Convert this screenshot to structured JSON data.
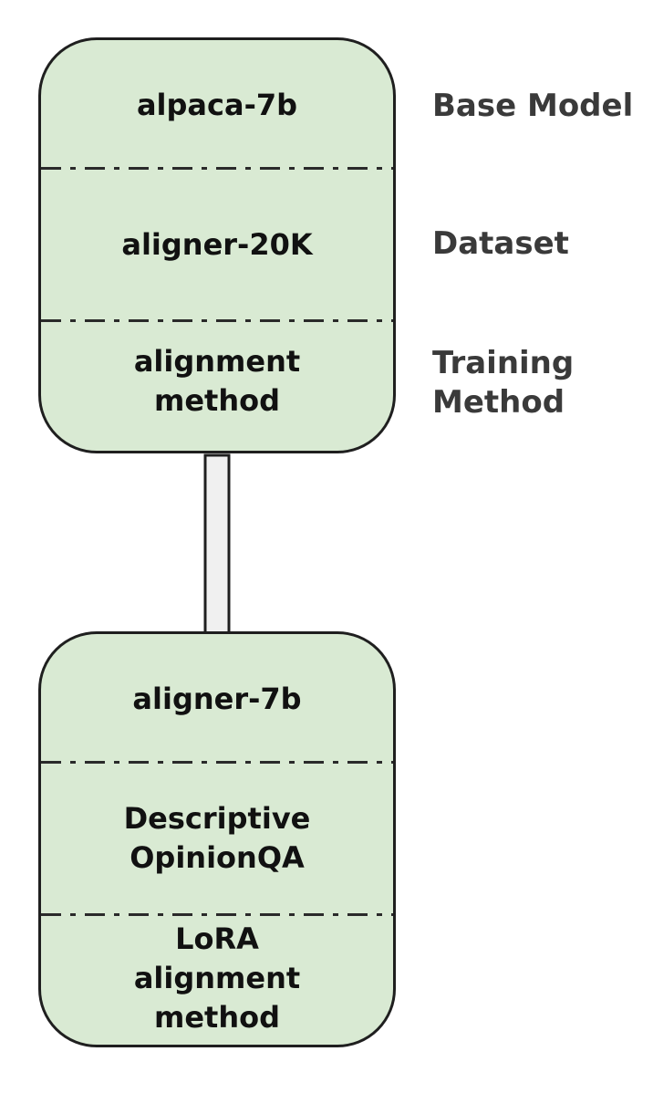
{
  "source_box": {
    "base_model": "alpaca-7b",
    "dataset": "aligner-20K",
    "training_method": "alignment\nmethod"
  },
  "target_box": {
    "model": "aligner-7b",
    "dataset": "Descriptive\nOpinionQA",
    "training_method": "LoRA\nalignment\nmethod"
  },
  "side_labels": {
    "base_model": "Base Model",
    "dataset": "Dataset",
    "training_method": "Training\nMethod"
  },
  "colors": {
    "box_fill": "#d9ead3",
    "box_border": "#1f1f1f",
    "arrow_fill": "#f0f0f0",
    "label_text": "#3a3a3a"
  }
}
